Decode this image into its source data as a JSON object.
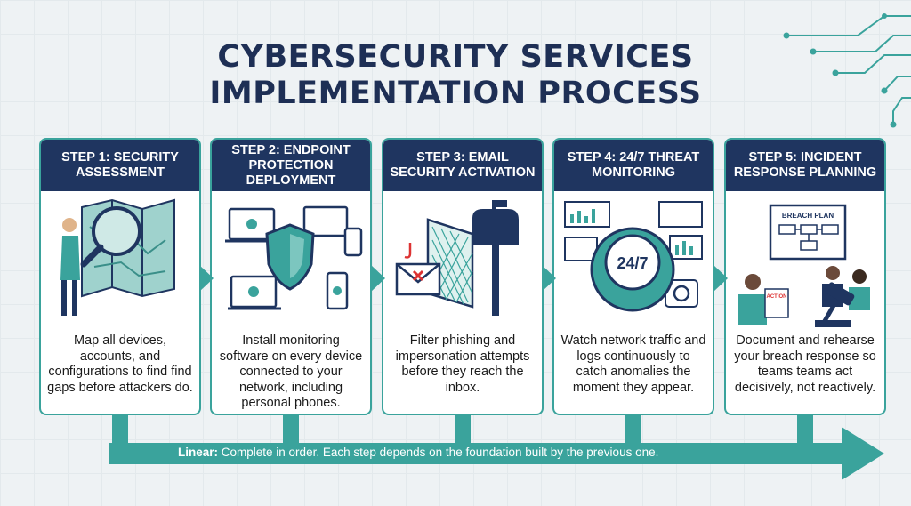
{
  "title": {
    "line1": "CYBERSECURITY SERVICES",
    "line2": "IMPLEMENTATION PROCESS"
  },
  "steps": [
    {
      "heading": "STEP 1: SECURITY ASSESSMENT",
      "text": "Map all devices, accounts, and configurations to find find gaps before attackers do."
    },
    {
      "heading": "STEP 2: ENDPOINT PROTECTION DEPLOYMENT",
      "text": "Install monitoring software on every device connected to your network, including personal phones."
    },
    {
      "heading": "STEP 3: EMAIL SECURITY ACTIVATION",
      "text": "Filter phishing and impersonation attempts before they reach the inbox."
    },
    {
      "heading": "STEP 4: 24/7 THREAT MONITORING",
      "text": "Watch network traffic and logs continuously to catch anomalies the moment they appear.",
      "clock_label": "24/7"
    },
    {
      "heading": "STEP 5: INCIDENT RESPONSE PLANNING",
      "text": "Document and rehearse your breach response so teams teams act decisively, not reactively.",
      "board_label": "BREACH PLAN",
      "doc_label": "ACTION"
    }
  ],
  "footer": {
    "label": "Linear:",
    "text": " Complete in order. Each step depends on the foundation built by the previous one."
  },
  "colors": {
    "navy": "#1f3560",
    "teal": "#3aa39c",
    "background": "#eef2f4"
  }
}
